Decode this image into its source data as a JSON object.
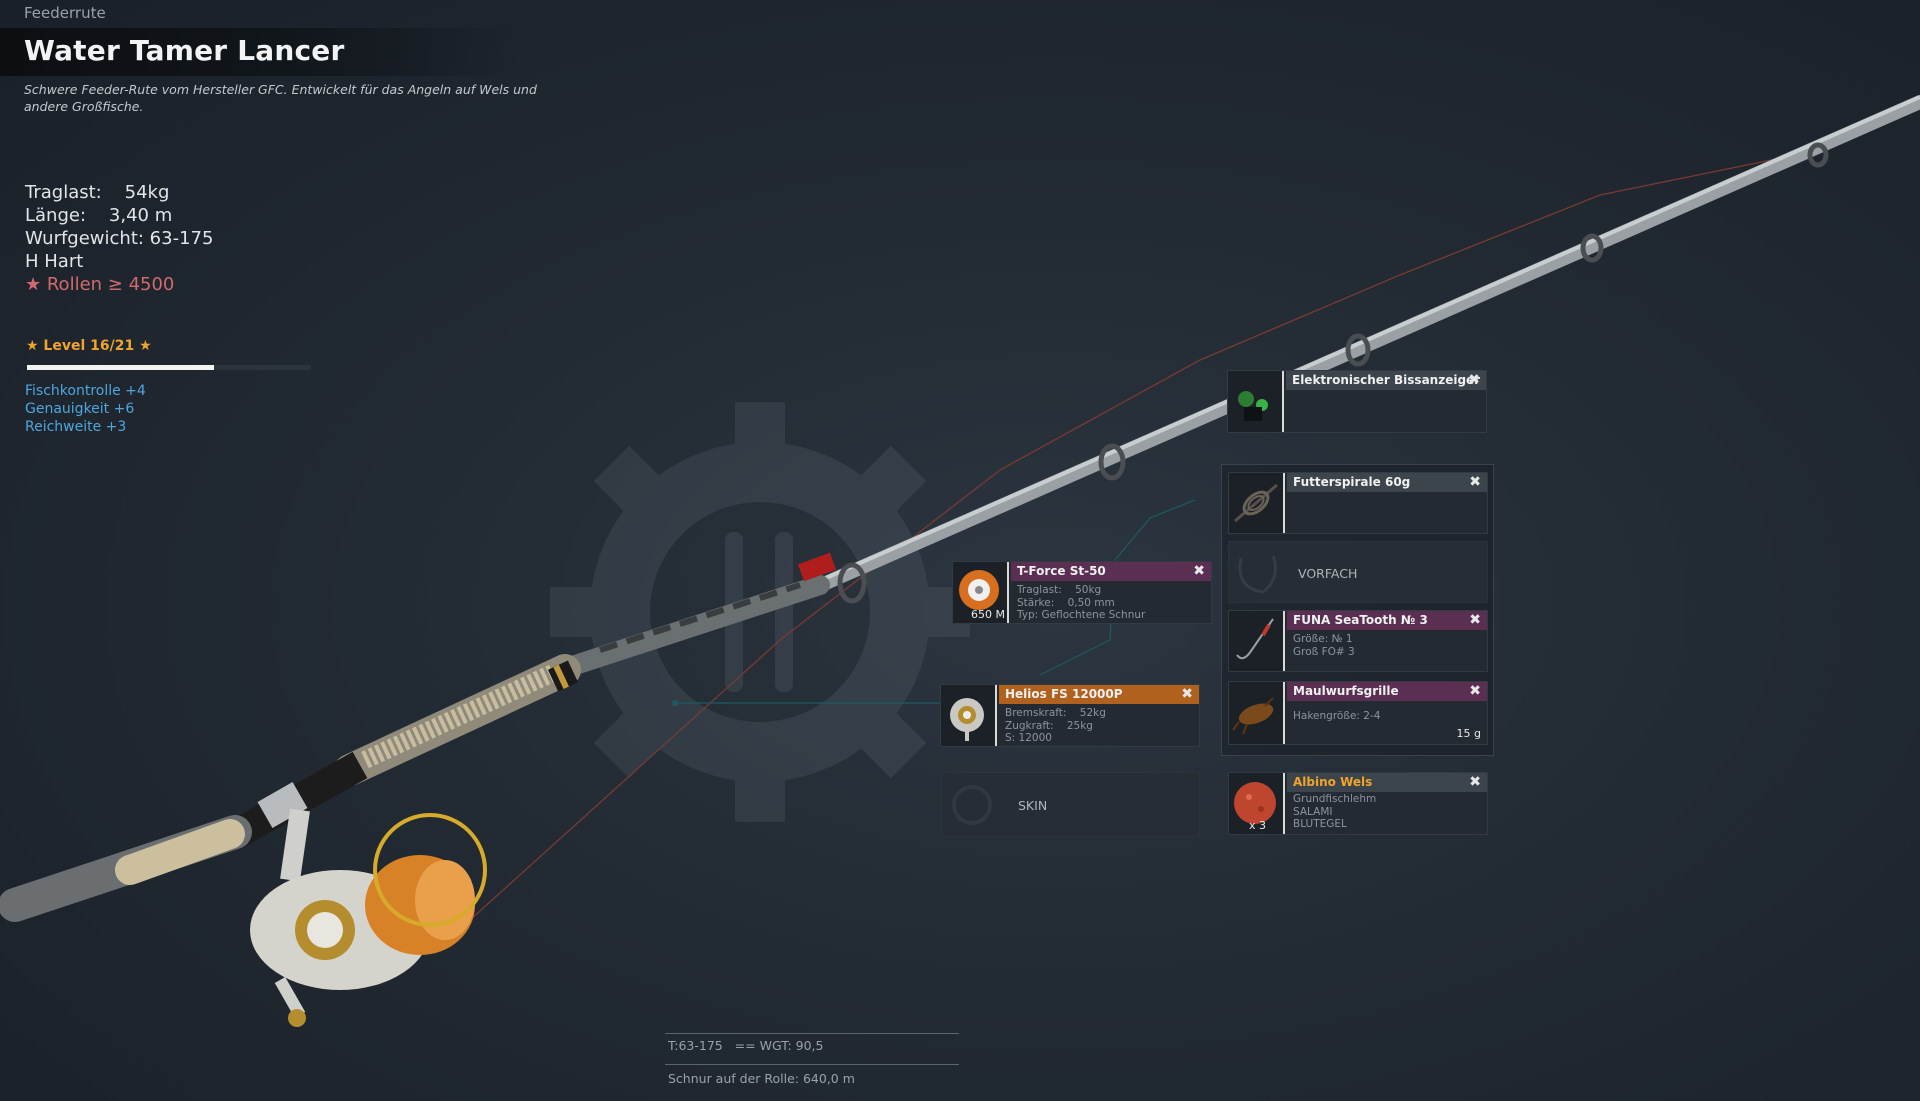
{
  "header": {
    "category": "Feederrute",
    "title": "Water Tamer Lancer",
    "description": "Schwere Feeder-Rute vom Hersteller GFC. Entwickelt für das Angeln auf Wels und andere Großfische."
  },
  "stats": {
    "load": "Traglast:    54kg",
    "length": "Länge:    3,40 m",
    "cast_weight": "Wurfgewicht: 63-175",
    "action": "H Hart",
    "requirement": "★ Rollen ≥ 4500"
  },
  "level": {
    "label": "★ Level 16/21 ★",
    "progress": 0.66
  },
  "bonuses": [
    "Fischkontrolle +4",
    "Genauigkeit +6",
    "Reichweite +3"
  ],
  "slots": {
    "bite_alarm": {
      "title": "Elektronischer Bissanzeiger",
      "close": "✖",
      "icon": "bite-alarm-icon"
    },
    "feeder": {
      "title": "Futterspirale 60g",
      "close": "✖",
      "icon": "feeder-spiral-icon"
    },
    "leader": {
      "label": "VORFACH"
    },
    "hook": {
      "title": "FUNA SeaTooth № 3",
      "close": "✖",
      "info": "Größe: № 1\nGroß FO# 3",
      "icon": "hook-icon"
    },
    "bait": {
      "title": "Maulwurfsgrille",
      "close": "✖",
      "info": "Hakengröße: 2-4",
      "weight": "15 g",
      "icon": "cricket-bait-icon"
    },
    "groundbait": {
      "title": "Albino Wels",
      "close": "✖",
      "info": "Grundfischlehm\nSALAMI\nBLUTEGEL",
      "qty": "x 3",
      "icon": "groundbait-ball-icon"
    },
    "line": {
      "title": "T-Force St-50",
      "close": "✖",
      "info": "Traglast:    50kg\nStärke:    0,50 mm\nTyp: Geflochtene Schnur",
      "length": "650 M",
      "icon": "line-spool-icon"
    },
    "reel": {
      "title": "Helios FS 12000P",
      "close": "✖",
      "info": "Bremskraft:    52kg\nZugkraft:    25kg\nS: 12000",
      "icon": "reel-icon"
    },
    "skin": {
      "label": "SKIN"
    }
  },
  "footer": {
    "tackle": "T:63-175   == WGT: 90,5",
    "line_on_reel": "Schnur auf der Rolle: 640,0 m"
  },
  "colors": {
    "level": "#f0a52a",
    "bonus": "#4fa6dc",
    "requirement": "#d06a6f",
    "purple_header": "#5a2f52",
    "orange_header": "#b1611e"
  }
}
